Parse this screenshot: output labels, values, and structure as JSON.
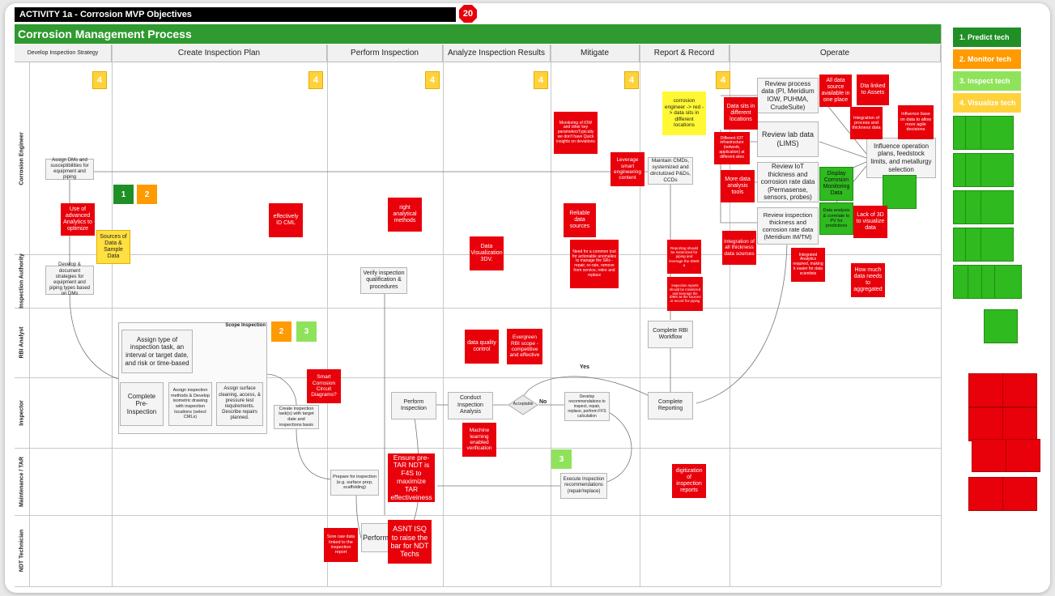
{
  "header": {
    "activity_title": "ACTIVITY 1a - Corrosion MVP Objectives",
    "badge_count": "20",
    "process_title": "Corrosion Management Process"
  },
  "columns": [
    {
      "label": "Develop Inspection Strategy"
    },
    {
      "label": "Create Inspection Plan"
    },
    {
      "label": "Perform Inspection"
    },
    {
      "label": "Analyze Inspection Results"
    },
    {
      "label": "Mitigate"
    },
    {
      "label": "Report & Record"
    },
    {
      "label": "Operate"
    }
  ],
  "lanes": [
    {
      "label": "Corrosion Engineer"
    },
    {
      "label": "Inspection Authority"
    },
    {
      "label": "RBI Analyst"
    },
    {
      "label": "Inspector"
    },
    {
      "label": "Maintenance / TAR"
    },
    {
      "label": "NDT Technician"
    }
  ],
  "legend": [
    {
      "label": "1. Predict tech",
      "color": "#1f8f26"
    },
    {
      "label": "2. Monitor tech",
      "color": "#ff9a00"
    },
    {
      "label": "3. Inspect tech",
      "color": "#8fe35a"
    },
    {
      "label": "4. Visualize tech",
      "color": "#ffd23c"
    }
  ],
  "priority_tags": [
    "4",
    "4",
    "4",
    "4",
    "4",
    "4",
    "1",
    "2",
    "2",
    "3",
    "3"
  ],
  "process_boxes": {
    "assign_dms": "Assign DMs and susceptibilities for equipment and piping",
    "develop_document": "Develop & document strategies for equipment and piping types based on DMs",
    "scope_inspection": "Scope Inspection",
    "assign_type": "Assign type of inspection task, an interval or target date, and risk or time-based",
    "complete_pre": "Complete Pre-Inspection",
    "assign_methods": "Assign inspection methods & Develop isometric drawing with inspection locations (select CMLs)",
    "assign_surface": "Assign surface cleaning, access, & pressure test requirements. Describe repairs planned.",
    "create_tasks": "Create inspection task(s) with target date and inspections basis",
    "verify_qual": "Verify inspection qualification & procedures",
    "perform_insp": "Perform Inspection",
    "prepare_insp": "Prepare for inspection (e.g. surface prep, scaffolding)",
    "perform_ndt": "Perform",
    "conduct_analysis": "Conduct Inspection Analysis",
    "acceptable": "Acceptable",
    "no_label": "No",
    "yes_label": "Yes",
    "develop_recs": "Develop recommendations to inspect, repair, replace, perform FFS calculation",
    "execute_recs": "Execute Inspection recommendations (repair/replace)",
    "maintain_cmds": "Maintain CMDs, systemized and dirctutized P&Ds, CCDs",
    "complete_rbi": "Complete RBI Workflow",
    "complete_reporting": "Complete Reporting",
    "review_process": "Review process data (PI, Meridium IOW, PUHMA, CrudeSuite)",
    "review_lab": "Review lab data (LIMS)",
    "review_iot": "Review IoT thickness and corrosion rate data (Permasense, sensors, probes)",
    "review_thickness": "Review inspection thickness and corrosion rate data (Meridium IM/TM)",
    "influence_ops": "Influence operation plans, feedstock limits, and metallurgy selection"
  },
  "stickies": {
    "advanced_analytics": "Use of advanced Analytics to optimize",
    "sources_data": "Sources of Data & Sample Data",
    "effectively_id": "effectively ID CML",
    "right_methods": "right analytical methods",
    "data_viz": "Data Visualization 3DV.",
    "data_quality": "data quality control",
    "evergreen": "Evergreen RBI scope - competitive and effective",
    "smart_circuit": "Smart Corrosion Circuit Diagrams?",
    "ml_verification": "Machine learning enabled verification",
    "ensure_pretar": "Ensure pre-TAR NDT is F4S to maximize TAR effectiveiness",
    "asnt": "ASNT ISQ to raise the bar for NDT Techs",
    "sore_raw": "Sore raw data linked to the inspection report",
    "monitoring_iow": "Monitoring of IOW and other key parametersTypically we don't have Quick insights on deviations",
    "leverage_smart": "Leverage smart engineering content",
    "reliable": "Reliable data sources",
    "common_tool": "Need for a common tool for actionable anomalies to manage the SRs - repair, re-rate, remove from service, retire and replace",
    "corrosion_eng_note": "corrosion engineer -> red -> data sits in different locations",
    "reporting_minimized": "Reporting should be minimized for piping and leverage the IDMS a",
    "inspection_reports": "Inspection reports should be minimized and leverage the IDMS as the sources or record fror piping",
    "digitization": "digitization of inspection reports",
    "data_sits": "Data sits in different locations",
    "different_iot": "Different IOT infrastructure (network, application) at different sites",
    "more_tools": "More data analysis tools",
    "integration_all": "Integration of all thickness data sources",
    "all_data_source": "All data source available in one place",
    "dta_linked": "Dta linked to Assets",
    "integration_process": "Integration of process and thickness data",
    "influence_base": "Influence base on data to allow more agile decisions",
    "display_monitoring": "Display Corrosion Monitoring Data",
    "data_analysis_pv": "Data analysis & correlate to PV for predictions",
    "lack_3d": "Lack of 3D to visualize data",
    "integrated_analytics": "Integrated Analytics required, making it easier for data scientists",
    "how_much": "How much data needs to aggregated"
  }
}
